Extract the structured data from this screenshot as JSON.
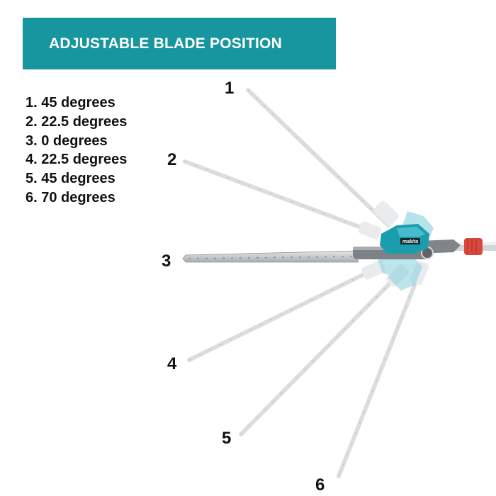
{
  "title": "ADJUSTABLE BLADE POSITION",
  "positions": [
    {
      "number": "1",
      "label": "1. 45 degrees"
    },
    {
      "number": "2",
      "label": "2. 22.5 degrees"
    },
    {
      "number": "3",
      "label": "3. 0 degrees"
    },
    {
      "number": "4",
      "label": "4. 22.5 degrees"
    },
    {
      "number": "5",
      "label": "5. 45 degrees"
    },
    {
      "number": "6",
      "label": "6. 70 degrees"
    }
  ],
  "brand": "makita",
  "colors": {
    "banner": "#1896a0",
    "housing": "#1a9eae",
    "ghost_housing": "#86d0dc",
    "grip": "#d9473d",
    "blade": "#c9cccf"
  }
}
